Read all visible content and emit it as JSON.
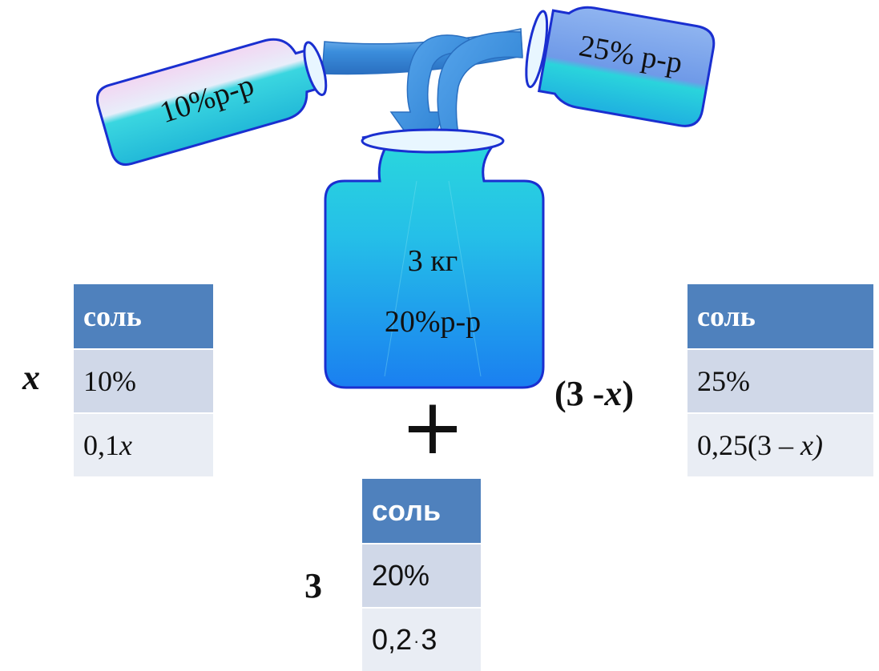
{
  "bottles": {
    "left_label": "10%р-р",
    "right_label": "25% р-р",
    "center_mass": "3 кг",
    "center_label": "20%р-р"
  },
  "left_table": {
    "header": "соль",
    "percent": "10%",
    "value_num": "0,1",
    "value_var": "x",
    "side_label": "x"
  },
  "right_table": {
    "header": "соль",
    "percent": "25%",
    "value_pre": "0,25(3 – ",
    "value_var": "x)",
    "side_open": "(3 -",
    "side_var": "x",
    "side_close": ")"
  },
  "bottom_table": {
    "header": "соль",
    "percent": "20%",
    "value_a": "0,2",
    "dot": "·",
    "value_b": "3",
    "side_label": "3"
  },
  "plus_sign": "+",
  "colors": {
    "table_header": "#4f81bd",
    "table_row1": "#d0d8e8",
    "table_row2": "#e9edf4",
    "liquid": "#1fbfe0",
    "bottle_outline": "#1a2fd0",
    "pipe": "#3a8ad6"
  }
}
